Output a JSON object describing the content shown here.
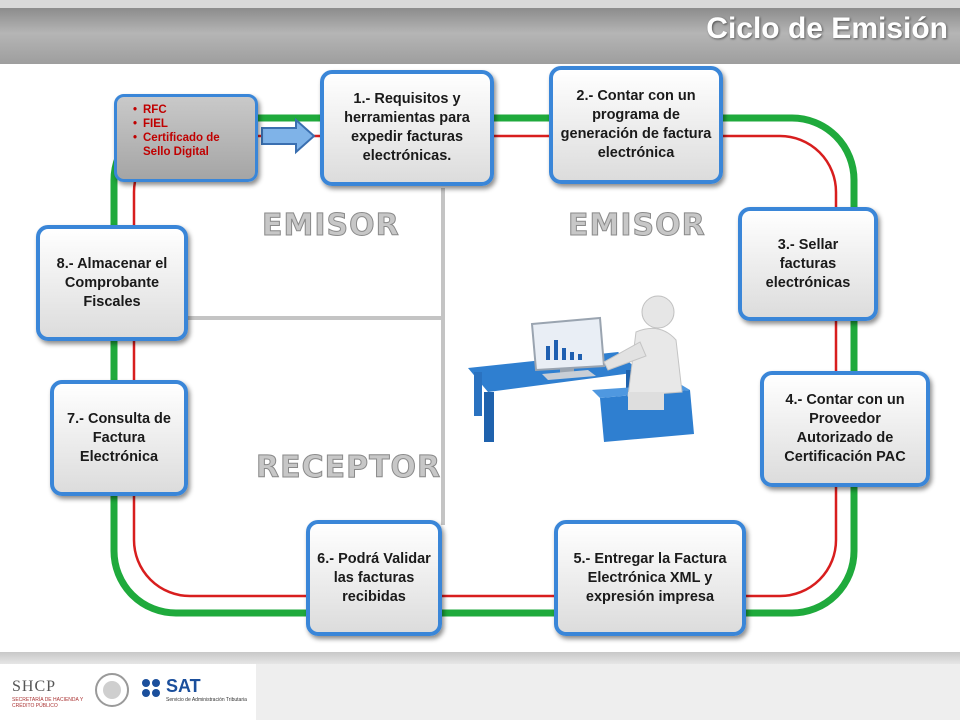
{
  "title": "Ciclo de Emisión",
  "requirements": [
    "RFC",
    "FIEL",
    "Certificado de Sello Digital"
  ],
  "steps": [
    "1.- Requisitos y herramientas para expedir facturas electrónicas.",
    "2.- Contar con un programa de generación de factura electrónica",
    "3.- Sellar facturas electrónicas",
    "4.- Contar con un Proveedor Autorizado de Certificación PAC",
    "5.- Entregar la Factura Electrónica XML y expresión impresa",
    "6.- Podrá Validar las facturas recibidas",
    "7.- Consulta de Factura Electrónica",
    "8.- Almacenar el Comprobante Fiscales"
  ],
  "roles": {
    "emisor_left": "EMISOR",
    "emisor_right": "EMISOR",
    "receptor": "RECEPTOR"
  },
  "footer": {
    "shcp": "SHCP",
    "shcp_sub": "SECRETARÍA DE HACIENDA Y CRÉDITO PÚBLICO",
    "sat": "SAT",
    "sat_sub": "Servicio de Administración Tributaria"
  },
  "colors": {
    "box_border": "#3a86d8",
    "green_track": "#1faa3c",
    "red_track": "#d81e1e",
    "requirements_text": "#c00000",
    "title_bar": "#a6a6a6"
  },
  "icons": [
    "arrow-right-icon",
    "person-at-computer-icon",
    "mexico-seal-icon",
    "sat-logo-icon"
  ]
}
